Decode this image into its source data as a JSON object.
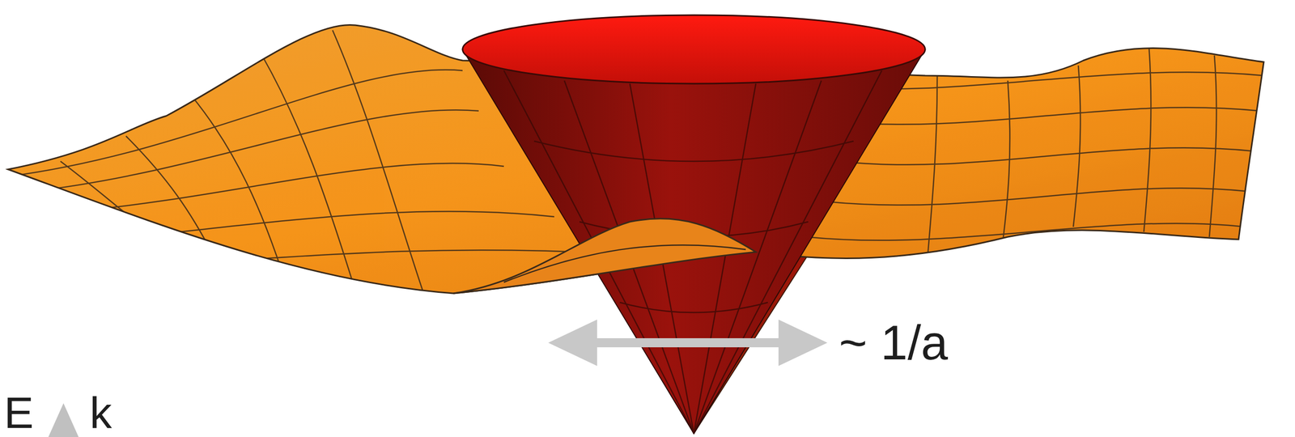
{
  "diagram": {
    "labels": [
      "~ 1/a",
      "E",
      "k"
    ]
  }
}
